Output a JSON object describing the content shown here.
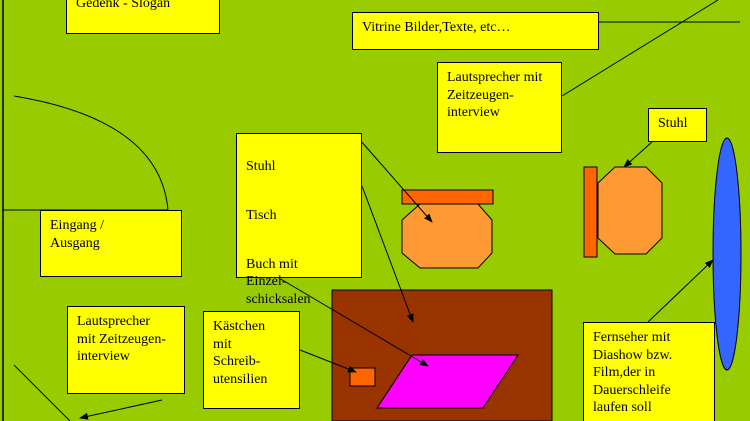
{
  "labels": {
    "slogan": "Gedenk - Slogan",
    "vitrine": "Vitrine Bilder,Texte, etc…",
    "speaker_top": "Lautsprecher mit\nZeitzeugen-\ninterview",
    "chair_right": "Stuhl",
    "furniture": {
      "chair": "Stuhl",
      "table": "Tisch",
      "book": "Buch mit\nEinzel-\nschicksalen"
    },
    "entrance": "Eingang /\nAusgang",
    "speaker_bottom": "Lautsprecher\nmit Zeitzeugen-\ninterview",
    "box": "Kästchen\nmit\nSchreib-\nutensilien",
    "tv": "Fernseher mit\nDiashow bzw.\nFilm,der in\nDauerschleife\nlaufen soll"
  },
  "colors": {
    "background": "#99cc00",
    "label_fill": "#ffff00",
    "table": "#993300",
    "book": "#ff00ff",
    "chair": "#ff9933",
    "chair_back": "#ff6600",
    "screen": "#3366ff",
    "box": "#ff6600"
  }
}
